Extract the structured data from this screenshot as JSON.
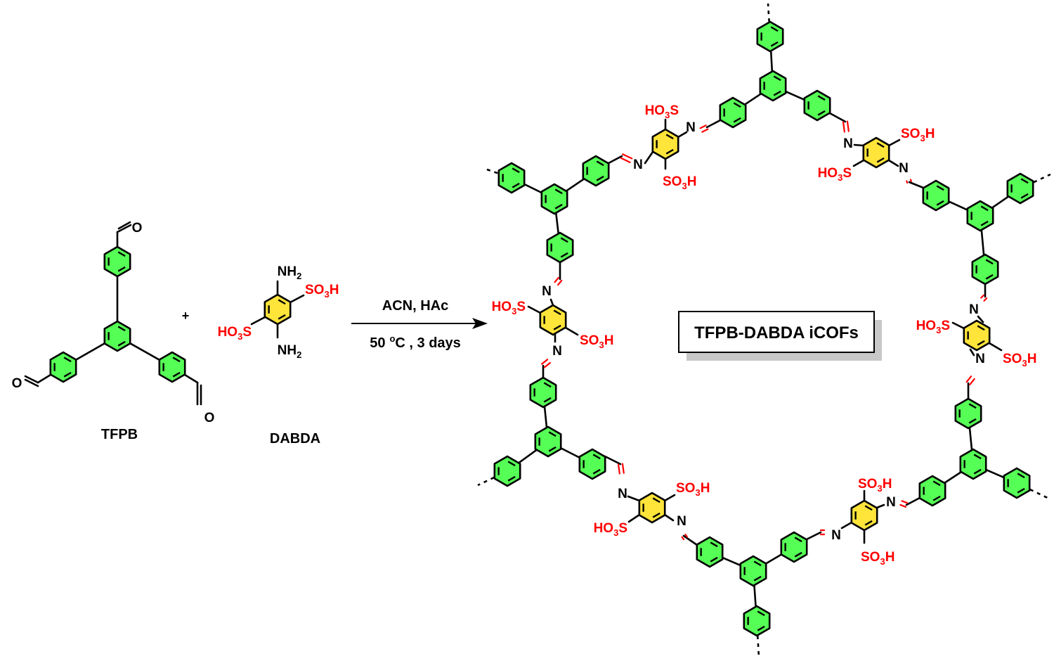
{
  "colors": {
    "ring_green": "#55ff55",
    "ring_yellow": "#ffe43a",
    "bond": "#000000",
    "heteroatom_red": "#ff0000",
    "box_shadow": "#c8c8c8"
  },
  "reactants": {
    "tfpb": {
      "name": "TFPB",
      "aldehyde_atom": "O"
    },
    "plus_sign": "+",
    "dabda": {
      "name": "DABDA",
      "amine_label": "NH2",
      "sulfonic_label_right": "SO3H",
      "sulfonic_label_left": "HO3S"
    }
  },
  "reaction": {
    "conditions_top": "ACN, HAc",
    "conditions_bottom_temp": "50",
    "conditions_bottom_unit_sup": "o",
    "conditions_bottom_rest": "C , 3 days"
  },
  "product": {
    "label": "TFPB-DABDA iCOFs",
    "imine_atom": "N",
    "sulfonic_right": "SO3H",
    "sulfonic_left": "HO3S"
  }
}
